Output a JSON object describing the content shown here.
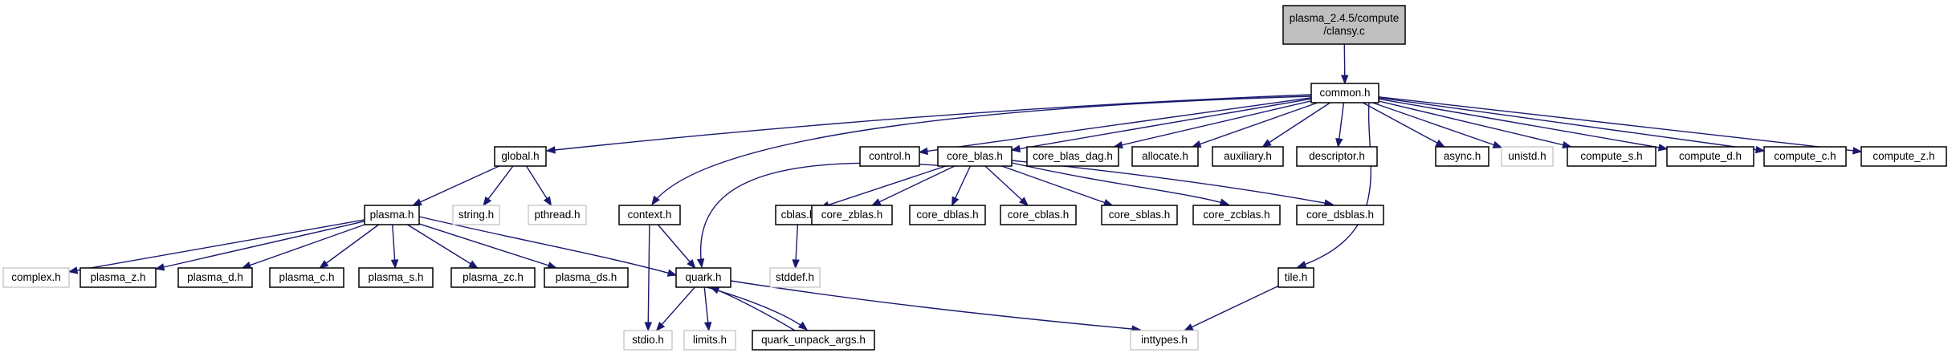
{
  "diagram": {
    "title": "plasma_2.4.5/compute/clansy.c",
    "nodes": [
      {
        "id": "root",
        "lines": [
          "plasma_2.4.5/compute",
          "/clansy.c"
        ],
        "style": "root"
      },
      {
        "id": "common",
        "lines": [
          "common.h"
        ],
        "style": "normal"
      },
      {
        "id": "global",
        "lines": [
          "global.h"
        ],
        "style": "normal"
      },
      {
        "id": "control",
        "lines": [
          "control.h"
        ],
        "style": "normal"
      },
      {
        "id": "core_blas",
        "lines": [
          "core_blas.h"
        ],
        "style": "normal"
      },
      {
        "id": "core_blas_dag",
        "lines": [
          "core_blas_dag.h"
        ],
        "style": "normal"
      },
      {
        "id": "allocate",
        "lines": [
          "allocate.h"
        ],
        "style": "normal"
      },
      {
        "id": "auxiliary",
        "lines": [
          "auxiliary.h"
        ],
        "style": "normal"
      },
      {
        "id": "descriptor",
        "lines": [
          "descriptor.h"
        ],
        "style": "normal"
      },
      {
        "id": "async",
        "lines": [
          "async.h"
        ],
        "style": "normal"
      },
      {
        "id": "unistd",
        "lines": [
          "unistd.h"
        ],
        "style": "ghost"
      },
      {
        "id": "compute_s",
        "lines": [
          "compute_s.h"
        ],
        "style": "normal"
      },
      {
        "id": "compute_d",
        "lines": [
          "compute_d.h"
        ],
        "style": "normal"
      },
      {
        "id": "compute_c",
        "lines": [
          "compute_c.h"
        ],
        "style": "normal"
      },
      {
        "id": "compute_z",
        "lines": [
          "compute_z.h"
        ],
        "style": "normal"
      },
      {
        "id": "plasma",
        "lines": [
          "plasma.h"
        ],
        "style": "normal"
      },
      {
        "id": "string",
        "lines": [
          "string.h"
        ],
        "style": "ghost"
      },
      {
        "id": "pthread",
        "lines": [
          "pthread.h"
        ],
        "style": "ghost"
      },
      {
        "id": "context",
        "lines": [
          "context.h"
        ],
        "style": "normal"
      },
      {
        "id": "cblas",
        "lines": [
          "cblas.h"
        ],
        "style": "normal"
      },
      {
        "id": "core_zblas",
        "lines": [
          "core_zblas.h"
        ],
        "style": "normal"
      },
      {
        "id": "core_dblas",
        "lines": [
          "core_dblas.h"
        ],
        "style": "normal"
      },
      {
        "id": "core_cblas",
        "lines": [
          "core_cblas.h"
        ],
        "style": "normal"
      },
      {
        "id": "core_sblas",
        "lines": [
          "core_sblas.h"
        ],
        "style": "normal"
      },
      {
        "id": "core_zcblas",
        "lines": [
          "core_zcblas.h"
        ],
        "style": "normal"
      },
      {
        "id": "core_dsblas",
        "lines": [
          "core_dsblas.h"
        ],
        "style": "normal"
      },
      {
        "id": "tile",
        "lines": [
          "tile.h"
        ],
        "style": "normal"
      },
      {
        "id": "complex",
        "lines": [
          "complex.h"
        ],
        "style": "ghost"
      },
      {
        "id": "plasma_z",
        "lines": [
          "plasma_z.h"
        ],
        "style": "normal"
      },
      {
        "id": "plasma_d",
        "lines": [
          "plasma_d.h"
        ],
        "style": "normal"
      },
      {
        "id": "plasma_c",
        "lines": [
          "plasma_c.h"
        ],
        "style": "normal"
      },
      {
        "id": "plasma_s",
        "lines": [
          "plasma_s.h"
        ],
        "style": "normal"
      },
      {
        "id": "plasma_zc",
        "lines": [
          "plasma_zc.h"
        ],
        "style": "normal"
      },
      {
        "id": "plasma_ds",
        "lines": [
          "plasma_ds.h"
        ],
        "style": "normal"
      },
      {
        "id": "quark",
        "lines": [
          "quark.h"
        ],
        "style": "normal"
      },
      {
        "id": "stddef",
        "lines": [
          "stddef.h"
        ],
        "style": "ghost"
      },
      {
        "id": "stdio",
        "lines": [
          "stdio.h"
        ],
        "style": "ghost"
      },
      {
        "id": "limits",
        "lines": [
          "limits.h"
        ],
        "style": "ghost"
      },
      {
        "id": "quark_unpack",
        "lines": [
          "quark_unpack_args.h"
        ],
        "style": "normal"
      },
      {
        "id": "inttypes",
        "lines": [
          "inttypes.h"
        ],
        "style": "ghost"
      }
    ],
    "edges": [
      [
        "root",
        "common"
      ],
      [
        "common",
        "global"
      ],
      [
        "common",
        "context"
      ],
      [
        "common",
        "control"
      ],
      [
        "common",
        "core_blas"
      ],
      [
        "common",
        "core_blas_dag"
      ],
      [
        "common",
        "allocate"
      ],
      [
        "common",
        "auxiliary"
      ],
      [
        "common",
        "descriptor"
      ],
      [
        "common",
        "tile"
      ],
      [
        "common",
        "async"
      ],
      [
        "common",
        "unistd"
      ],
      [
        "common",
        "compute_s"
      ],
      [
        "common",
        "compute_d"
      ],
      [
        "common",
        "compute_c"
      ],
      [
        "common",
        "compute_z"
      ],
      [
        "global",
        "plasma"
      ],
      [
        "global",
        "string"
      ],
      [
        "global",
        "pthread"
      ],
      [
        "plasma",
        "complex"
      ],
      [
        "plasma",
        "plasma_z"
      ],
      [
        "plasma",
        "plasma_d"
      ],
      [
        "plasma",
        "plasma_c"
      ],
      [
        "plasma",
        "plasma_s"
      ],
      [
        "plasma",
        "plasma_zc"
      ],
      [
        "plasma",
        "plasma_ds"
      ],
      [
        "plasma",
        "quark"
      ],
      [
        "context",
        "stdio"
      ],
      [
        "context",
        "quark"
      ],
      [
        "core_blas",
        "quark"
      ],
      [
        "core_blas",
        "cblas"
      ],
      [
        "core_blas",
        "core_zblas"
      ],
      [
        "core_blas",
        "core_dblas"
      ],
      [
        "core_blas",
        "core_cblas"
      ],
      [
        "core_blas",
        "core_sblas"
      ],
      [
        "core_blas",
        "core_zcblas"
      ],
      [
        "core_blas",
        "core_dsblas"
      ],
      [
        "cblas",
        "stddef"
      ],
      [
        "quark",
        "stdio"
      ],
      [
        "quark",
        "limits"
      ],
      [
        "quark",
        "quark_unpack"
      ],
      [
        "quark",
        "inttypes"
      ],
      [
        "quark_unpack",
        "quark"
      ],
      [
        "tile",
        "inttypes"
      ]
    ]
  }
}
